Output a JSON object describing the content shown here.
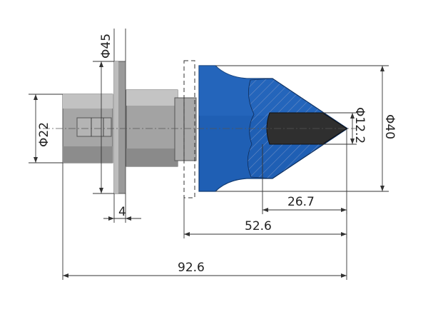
{
  "colors": {
    "steel_light": "#b9b9b9",
    "steel_mid": "#9d9d9d",
    "steel_dark": "#7e7e7e",
    "body_blue": "#1f5fb4",
    "body_blue_dark": "#154a91",
    "carbide_tip": "#2f2f2f",
    "line": "#333333"
  },
  "dimensions": {
    "flange_diameter": "Φ45",
    "shank_diameter": "Φ22",
    "tip_diameter": "Φ12.2",
    "body_diameter": "Φ40",
    "flange_thickness": "4",
    "tip_length": "26.7",
    "body_length": "52.6",
    "overall_length": "92.6"
  }
}
